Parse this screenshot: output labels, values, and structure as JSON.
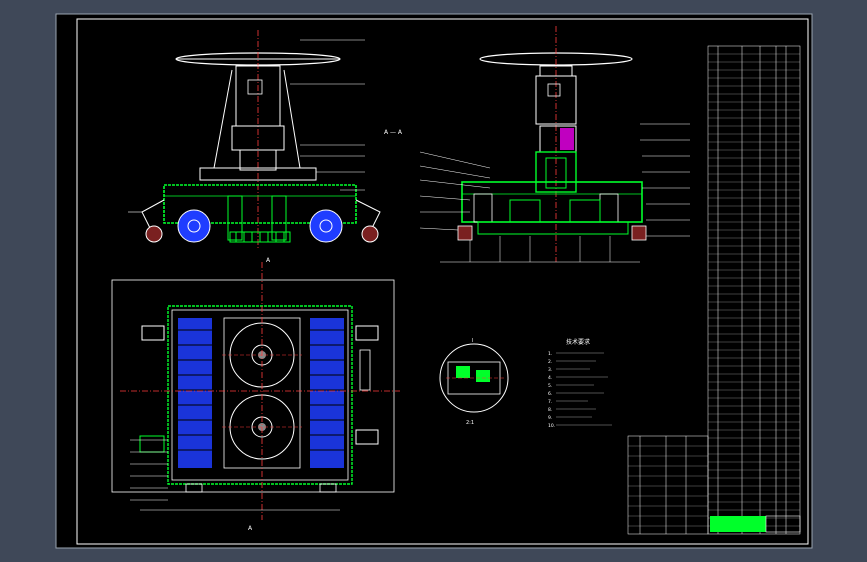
{
  "drawing": {
    "side_view_label": "A — A",
    "section_letter": "A",
    "detail_letter": "I",
    "detail_scale": "2:1",
    "notes_title": "技术要求",
    "notes": [
      "1.",
      "2.",
      "3.",
      "4.",
      "5.",
      "6.",
      "7.",
      "8.",
      "9.",
      "10."
    ],
    "colors": {
      "background_outer": "#3f4858",
      "paper": "#000000",
      "frame": "#ffffff",
      "structure": "#00ff2a",
      "centerline": "#ff3b3b",
      "wheel": "#1f3dff",
      "highlight": "#c000c0",
      "title_fill": "#00ff2a"
    }
  }
}
